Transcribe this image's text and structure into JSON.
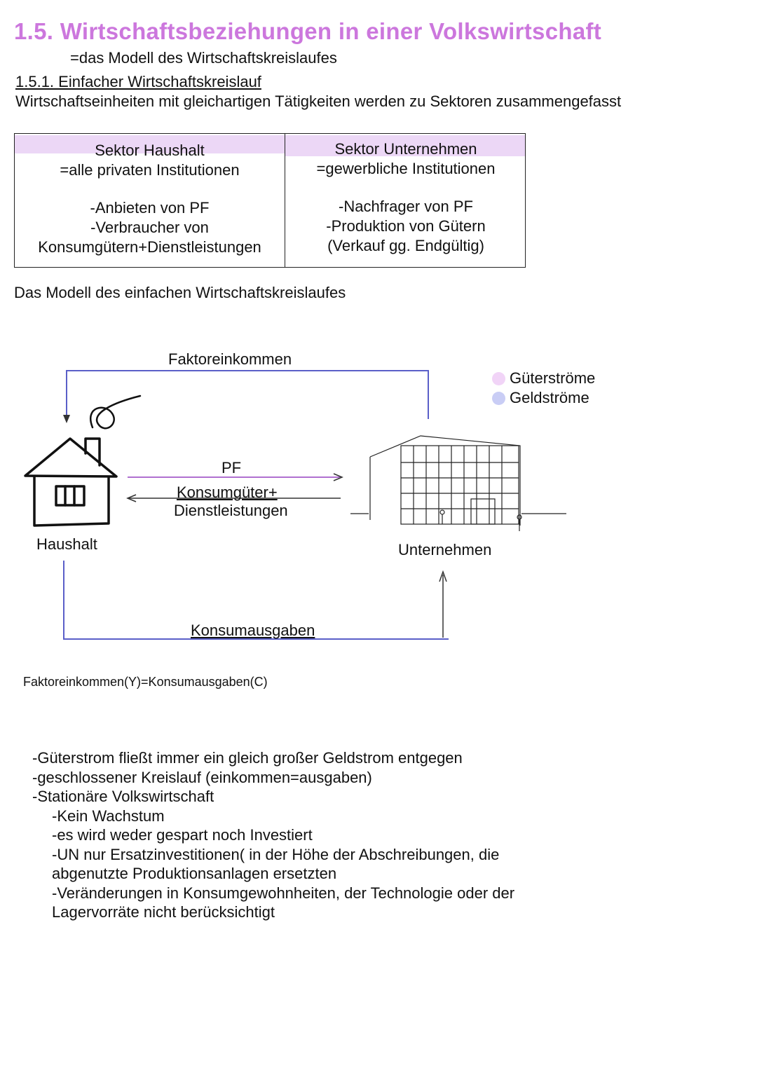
{
  "header": {
    "title": "1.5. Wirtschaftsbeziehungen in einer Volkswirtschaft",
    "subtitle": "=das Modell des Wirtschaftskreislaufes",
    "section": "1.5.1. Einfacher Wirtschaftskreislauf",
    "intro": "Wirtschaftseinheiten mit gleichartigen Tätigkeiten werden zu Sektoren zusammengefasst"
  },
  "table": {
    "left": {
      "head": "Sektor Haushalt",
      "sub": "=alle privaten Institutionen",
      "lines": [
        "-Anbieten von PF",
        "-Verbraucher von",
        "Konsumgütern+Dienstleistungen"
      ]
    },
    "right": {
      "head": "Sektor Unternehmen",
      "sub": "=gewerbliche Institutionen",
      "lines": [
        "-Nachfrager von PF",
        "-Produktion von Gütern",
        "(Verkauf gg. Endgültig)"
      ]
    }
  },
  "model_title": "Das Modell des einfachen Wirtschaftskreislaufes",
  "diagram": {
    "faktoreinkommen": "Faktoreinkommen",
    "pf": "PF",
    "konsumgueter": "Konsumgüter+",
    "dienstleistungen": "Dienstleistungen",
    "haushalt": "Haushalt",
    "unternehmen": "Unternehmen",
    "konsumausgaben": "Konsumausgaben",
    "legend": [
      {
        "label": "Güterströme",
        "color": "#f1d4f7"
      },
      {
        "label": "Geldströme",
        "color": "#c9cdf5"
      }
    ],
    "icons": [
      "house-icon",
      "office-building-icon"
    ],
    "colors": {
      "money_flow": "#5a5fc8",
      "goods_flow": "#b070d0"
    }
  },
  "formula": "Faktoreinkommen(Y)=Konsumausgaben(C)",
  "points": [
    {
      "text": "-Güterstrom fließt immer ein gleich großer Geldstrom entgegen",
      "indent": false
    },
    {
      "text": "-geschlossener Kreislauf (einkommen=ausgaben)",
      "indent": false
    },
    {
      "text": "-Stationäre Volkswirtschaft",
      "indent": false
    },
    {
      "text": "-Kein Wachstum",
      "indent": true
    },
    {
      "text": "-es wird weder gespart noch Investiert",
      "indent": true
    },
    {
      "text": "-UN nur Ersatzinvestitionen( in der Höhe der Abschreibungen, die",
      "indent": true
    },
    {
      "text": "abgenutzte Produktionsanlagen ersetzten",
      "indent": true
    },
    {
      "text": "-Veränderungen in Konsumgewohnheiten, der Technologie oder der",
      "indent": true
    },
    {
      "text": "Lagervorräte nicht berücksichtigt",
      "indent": true
    }
  ]
}
